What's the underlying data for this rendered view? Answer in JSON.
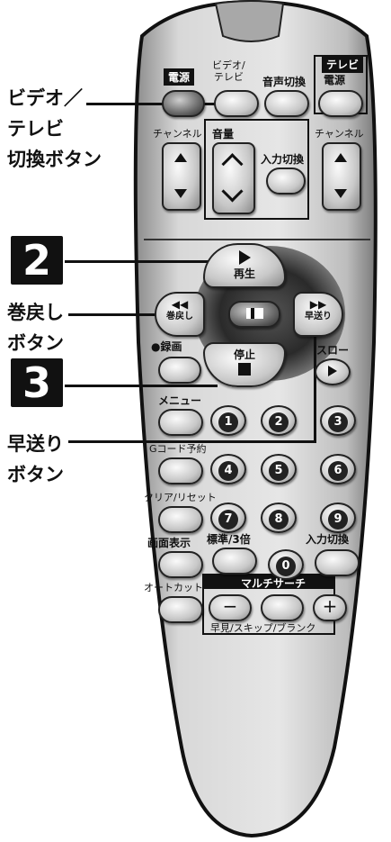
{
  "callouts": {
    "video_tv_label": [
      "ビデオ／",
      "テレビ",
      "切換ボタン"
    ],
    "step2": "2",
    "rewind_label": [
      "巻戻し",
      "ボタン"
    ],
    "step3": "3",
    "ff_label": [
      "早送り",
      "ボタン"
    ]
  },
  "remote": {
    "power": "電源",
    "video_tv": [
      "ビデオ/",
      "テレビ"
    ],
    "audio_switch": "音声切換",
    "tv_section": "テレビ",
    "tv_power": "電源",
    "channel_left": "チャンネル",
    "volume": "音量",
    "input_switch": "入力切換",
    "channel_right": "チャンネル",
    "play": "再生",
    "rewind": "巻戻し",
    "fast_forward": "早送り",
    "record": "●録画",
    "stop": "停止",
    "slow": "スロー",
    "menu": "メニュー",
    "gcode": "Gコード予約",
    "clear_reset": "クリア/リセット",
    "display": "画面表示",
    "speed": "標準/3倍",
    "input_switch2": "入力切換",
    "auto_cut": "オートカット",
    "multi_search": "マルチサーチ",
    "skip_bar": "早見/スキップ/ブランク",
    "numbers": [
      "1",
      "2",
      "3",
      "4",
      "5",
      "6",
      "7",
      "8",
      "9",
      "0"
    ]
  },
  "colors": {
    "ink": "#111111",
    "body_light": "#d9d9d9",
    "body_dark": "#9a9a9a"
  }
}
